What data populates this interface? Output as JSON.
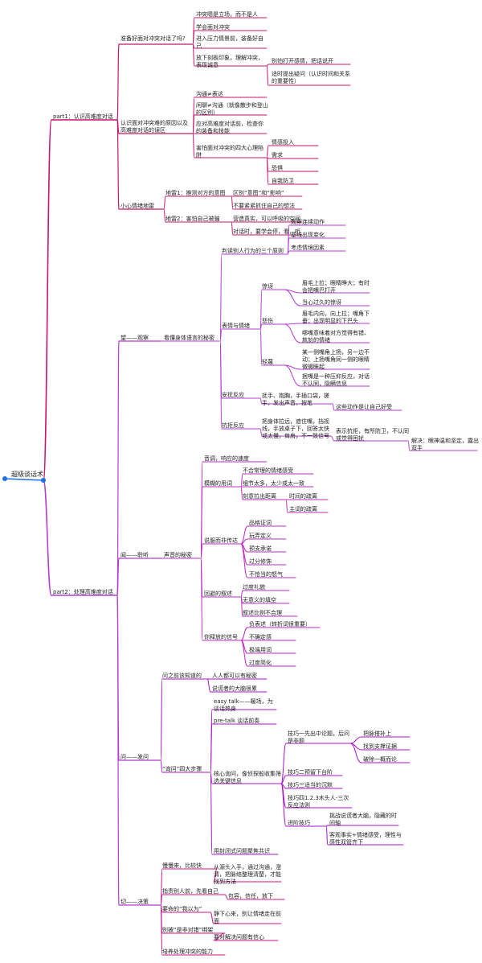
{
  "colors": {
    "root": "#1e6ee6",
    "part1": "#c8146e",
    "part2_look": "#b43cd2",
    "part2_listen": "#bf28bf",
    "part2_ask": "#a614c8",
    "part2_cut": "#c8148c",
    "text": "#222222"
  },
  "root": {
    "label": "超级谈话术"
  },
  "branches": {
    "part1": "part1：认识高难度对话",
    "part2": "part2：处理高难度对话"
  },
  "part1": {
    "ready": "准备好面对冲突对话了吗?",
    "ready_items": [
      "冲突嗯是立场，而不是人",
      "学会面对冲突",
      "进入压力情景前，装备好自己",
      "放下刻板印象，理解冲突，表现诚意"
    ],
    "ready_sub": [
      "别怕打开感情，把话说开",
      "适时提出疑问（认识时间和关系的重要性）"
    ],
    "reasons": "认识面对冲突难的原因以及高难度对话的误区",
    "reason_items": [
      "沟通≠表达",
      "闲聊≠沟通（就像散步和登山的区别）",
      "应对高难度对话前，检查你的装备和技能",
      "害怕面对冲突的四大心理陷阱"
    ],
    "traps": [
      "情感投入",
      "需求",
      "恐惧",
      "自我防卫"
    ],
    "map": "小心情绪地雷",
    "mine1": "地雷1：推测对方的意图",
    "mine1_items": [
      "区别“意图”和“影响”",
      "不要紧紧抓住自己的想法"
    ],
    "mine2": "地雷2：害怕自己被骗",
    "mine2_items": [
      "营造真实，可以呼吸的空间",
      "对话时，要学会停，看，听"
    ]
  },
  "look": {
    "label": "望——观察",
    "body": "看懂身体语言的秘密",
    "judge": "判读别人行为的三个原则",
    "judge_items": [
      "观察连续动作",
      "基线出现变化",
      "考虑情境因素"
    ],
    "expr": "表情与情绪",
    "surprise": "惊讶",
    "surprise_items": [
      "眉毛上拉；眼睛睁大；有时会把嘴巴打开",
      "当心过久的惊讶"
    ],
    "sad": "悲伤",
    "sad_items": [
      "眉毛内向，向上拉；嘴角下垂；出现明显的下巴头",
      "哪嘴意味着对方觉得有错、尴尬的情绪"
    ],
    "contempt": "轻蔑",
    "contempt_items": [
      "某一侧嘴角上扬，另一边不动；上扬嘴角同一侧的眼睛微微眯起",
      "抿嘴是一种压抑反应，对话不认同，隐瞒信息"
    ],
    "comfort": "安抚反应",
    "comfort_item": "抚手、抱胸，手插口袋，搓手，发出声音，按笔",
    "comfort_sub": "这些动作是让自己好受",
    "resist": "抗拒反应",
    "resist_item": "把身体拉远，遮住嘴，挡视线，手放桌子下，回答太快或太慢，耸肩，不一致信号",
    "resist_sub": "表示抗拒，有所防卫，不认同或觉得困扰",
    "resist_sub2": "解决：眼神温和坚定，露出双手"
  },
  "listen": {
    "label": "闻——聆听",
    "voice": "声音的秘密",
    "items": [
      "音调，响应的速度",
      "模糊的用词",
      "说服而非传达",
      "回避的叙述",
      "你释放的信号"
    ],
    "vague": [
      "不合常理的情绪感受",
      "细节太多，太少或太一致",
      "刻意拉出距离"
    ],
    "distance": [
      "时间的疏离",
      "主词的疏离"
    ],
    "persuade": [
      "品格证词",
      "玩弄定义",
      "预支承诺",
      "过分修饰",
      "不恰当的怒气"
    ],
    "avoid": [
      "过度礼貌",
      "无意义的填空",
      "叙述比例不合理"
    ],
    "signal": [
      "负表述（转折词很重要）",
      "不确定感",
      "极端用词",
      "过度简化"
    ]
  },
  "ask": {
    "label": "问——发问",
    "before": "问之前该知道的",
    "before_items": [
      "人人都可以有秘密",
      "说谎者的大脑很累"
    ],
    "steps": "“询问”四大步骤",
    "steps_items": [
      "easy talk——暖场，为谈话热身",
      "pre-talk 谈话前奏",
      "核心询问，像侦探般收集筛选关键信息",
      "用封闭式问题聚焦共识"
    ],
    "skills": [
      "技巧一先出中论题，后问是非题",
      "技巧二预留下台阶",
      "技巧三适当的沉默",
      "技巧四1.2.3木头人-三次反应法则",
      "进阶技巧"
    ],
    "skill1_sub": [
      "把脉搭补上",
      "找到支撑证据",
      "破除一概而论"
    ],
    "adv_sub": [
      "挑战说谎者大脑，隐藏的时间轴",
      "客观事实+情绪感受，理性与感性双管齐下"
    ]
  },
  "cut": {
    "label": "切——决策",
    "items": [
      "慢慢来，比较快",
      "指责别人前，先看自己",
      "要命的“我以为”",
      "别被“是非对错”绑架",
      "培养处理冲突的能力"
    ],
    "subs": [
      "从源头入手，通过沟通，澄清，把脉络整理清楚，才能找到方法",
      "包容，信任，放下",
      "静下心来，别让情绪走在前面",
      "要对解决问题有信心"
    ]
  }
}
